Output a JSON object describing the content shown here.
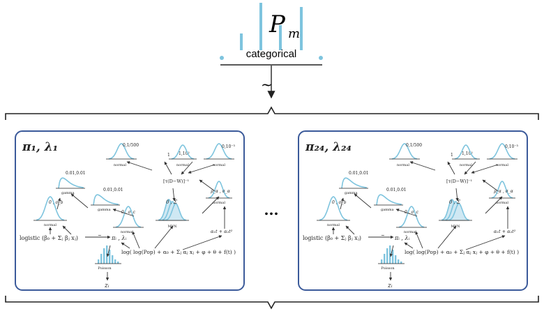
{
  "top_node": {
    "symbol": "P",
    "subscript": "m",
    "distribution_label": "categorical",
    "relation_symbol": "~"
  },
  "ellipsis": "...",
  "panels": [
    {
      "title": "π₁, λ₁",
      "nodes": {
        "gamma_params": "0.01,0.01",
        "gamma_label": "gamma",
        "normal_top_params": "0,1/500",
        "normal_top_label": "normal",
        "one_over": "1",
        "pair_label": "-1,10²",
        "tau_expr": "[τ(D−W)]⁻¹",
        "normal_right_params": "0,10⁻³",
        "normal_right_label": "normal",
        "sigma_b_label": "0 , σ_b",
        "normal_left_label": "normal",
        "gamma2_params": "0.01,0.01",
        "gamma2_label": "gamma",
        "sigma_c_label": "0 , σ_c",
        "normal_mid_label": "normal",
        "mvn_params": "0 , Σ",
        "mvn_label": "MVN",
        "mu_sigma_label": "μ_α , σ_α",
        "normal_far_label": "normal",
        "alpha_t_expr": "α₁t + α₂t²",
        "logistic_expr": "logistic (β₀ + Σⱼ βⱼ xⱼ)",
        "pi_lambda": "πᵢ , λᵢ",
        "log_expr": "log( log(Pop) + α₀ + Σⱼ αⱼ xⱼ + φ + θ + f(t) )",
        "poisson_label": "Poisson",
        "z_label": "zᵢ",
        "tilde": "~"
      }
    },
    {
      "title": "π₂₄, λ₂₄",
      "nodes": {
        "gamma_params": "0.01,0.01",
        "gamma_label": "gamma",
        "normal_top_params": "0,1/500",
        "normal_top_label": "normal",
        "one_over": "1",
        "pair_label": "-1,10²",
        "tau_expr": "[τ(D−W)]⁻¹",
        "normal_right_params": "0,10⁻³",
        "normal_right_label": "normal",
        "sigma_b_label": "0 , σ_b",
        "normal_left_label": "normal",
        "gamma2_params": "0.01,0.01",
        "gamma2_label": "gamma",
        "sigma_c_label": "0 , σ_c",
        "normal_mid_label": "normal",
        "mvn_params": "0 , Σ",
        "mvn_label": "MVN",
        "mu_sigma_label": "μ_α , σ_α",
        "normal_far_label": "normal",
        "alpha_t_expr": "α₁t + α₂t²",
        "logistic_expr": "logistic (β₀ + Σⱼ βⱼ xⱼ)",
        "pi_lambda": "πᵢ , λᵢ",
        "log_expr": "log( log(Pop) + α₀ + Σⱼ αⱼ xⱼ + φ + θ + f(t) )",
        "poisson_label": "Poisson",
        "z_label": "zᵢ",
        "tilde": "~"
      }
    }
  ],
  "colors": {
    "accent_blue": "#7ec4de",
    "panel_border": "#3b5a9a",
    "ink": "#222222"
  }
}
